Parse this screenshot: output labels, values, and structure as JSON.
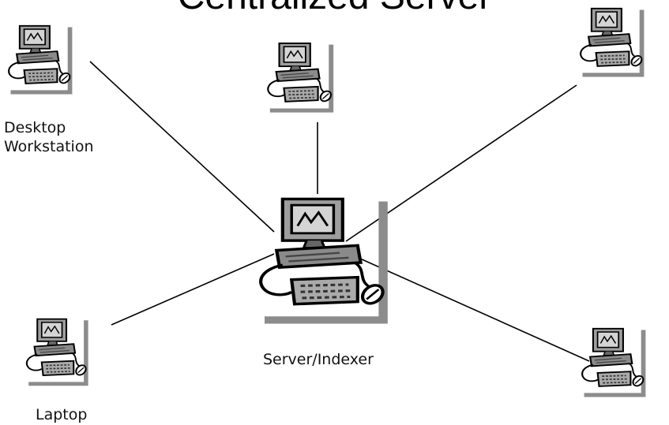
{
  "title": "Centralized Server",
  "nodes": {
    "server": {
      "label": "Server/Indexer",
      "icon": "computer-icon"
    },
    "desktop": {
      "label_line1": "Desktop",
      "label_line2": "Workstation",
      "icon": "computer-icon"
    },
    "laptop": {
      "label": "Laptop",
      "icon": "computer-icon"
    },
    "top_center": {
      "icon": "computer-icon"
    },
    "top_right": {
      "icon": "computer-icon"
    },
    "bottom_right": {
      "icon": "computer-icon"
    }
  },
  "colors": {
    "line": "#000000",
    "shadow": "#8c8c8c",
    "fill": "#9e9e9e",
    "screen": "#c8c8c8"
  }
}
